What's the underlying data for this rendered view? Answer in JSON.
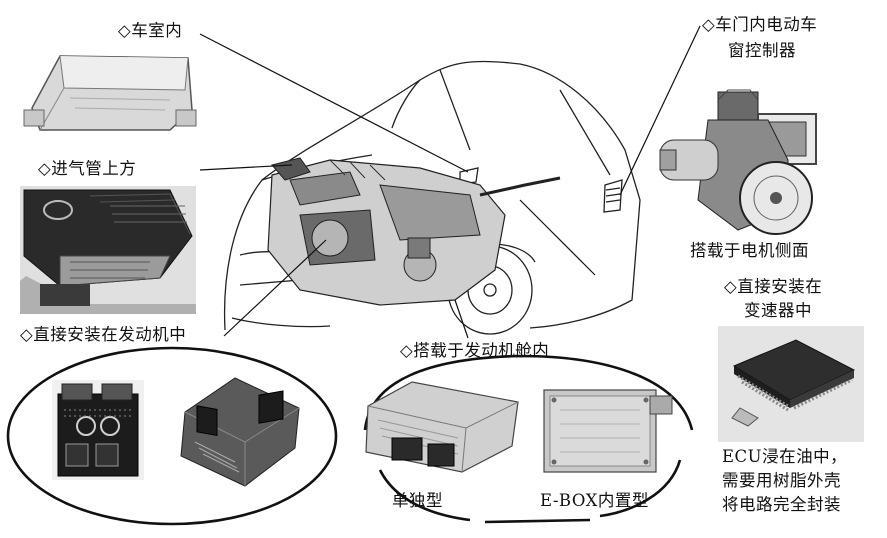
{
  "labels": {
    "car_interior": "◇车室内",
    "intake_top": "◇进气管上方",
    "engine_direct": "◇直接安装在发动机中",
    "engine_bay": "◇搭载于发动机舱内",
    "door_line1": "◇车门内电动车",
    "door_line2": "窗控制器",
    "motor_side": "搭载于电机侧面",
    "trans_line1": "◇直接安装在",
    "trans_line2": "变速器中",
    "standalone": "单独型",
    "ebox": "E-BOX内置型",
    "oil_line1": "ECU浸在油中，",
    "oil_line2": "需要用树脂外壳",
    "oil_line3": "将电路完全封装"
  },
  "colors": {
    "line": "#111111",
    "photo_bg": "#e6e6e6",
    "metal_light": "#cfcfcf",
    "metal_dark": "#3a3a3a"
  }
}
